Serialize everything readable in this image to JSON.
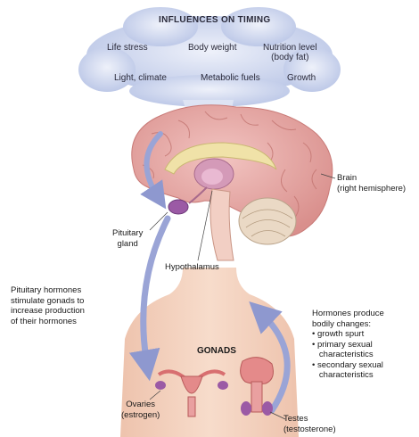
{
  "cloud": {
    "title": "INFLUENCES ON TIMING",
    "factors": {
      "life_stress": "Life stress",
      "body_weight": "Body weight",
      "nutrition_1": "Nutrition level",
      "nutrition_2": "(body fat)",
      "light_climate": "Light, climate",
      "metabolic_fuels": "Metabolic fuels",
      "growth": "Growth"
    }
  },
  "labels": {
    "brain_1": "Brain",
    "brain_2": "(right hemisphere)",
    "pituitary_1": "Pituitary",
    "pituitary_2": "gland",
    "hypothalamus": "Hypothalamus",
    "pituitary_hormones": [
      "Pituitary hormones",
      "stimulate gonads to",
      "increase production",
      "of their hormones"
    ],
    "hormones_produce": [
      "Hormones produce",
      "bodily changes:",
      "• growth spurt",
      "• primary sexual",
      "   characteristics",
      "• secondary sexual",
      "   characteristics"
    ],
    "gonads": "GONADS",
    "ovaries_1": "Ovaries",
    "ovaries_2": "(estrogen)",
    "testes_1": "Testes",
    "testes_2": "(testosterone)"
  },
  "colors": {
    "cloud": "#c9d3ec",
    "brain": "#e8a9a6",
    "skin": "#f3d2bf",
    "arrow": "#9aa4d6",
    "organ": "#e48a8a"
  }
}
